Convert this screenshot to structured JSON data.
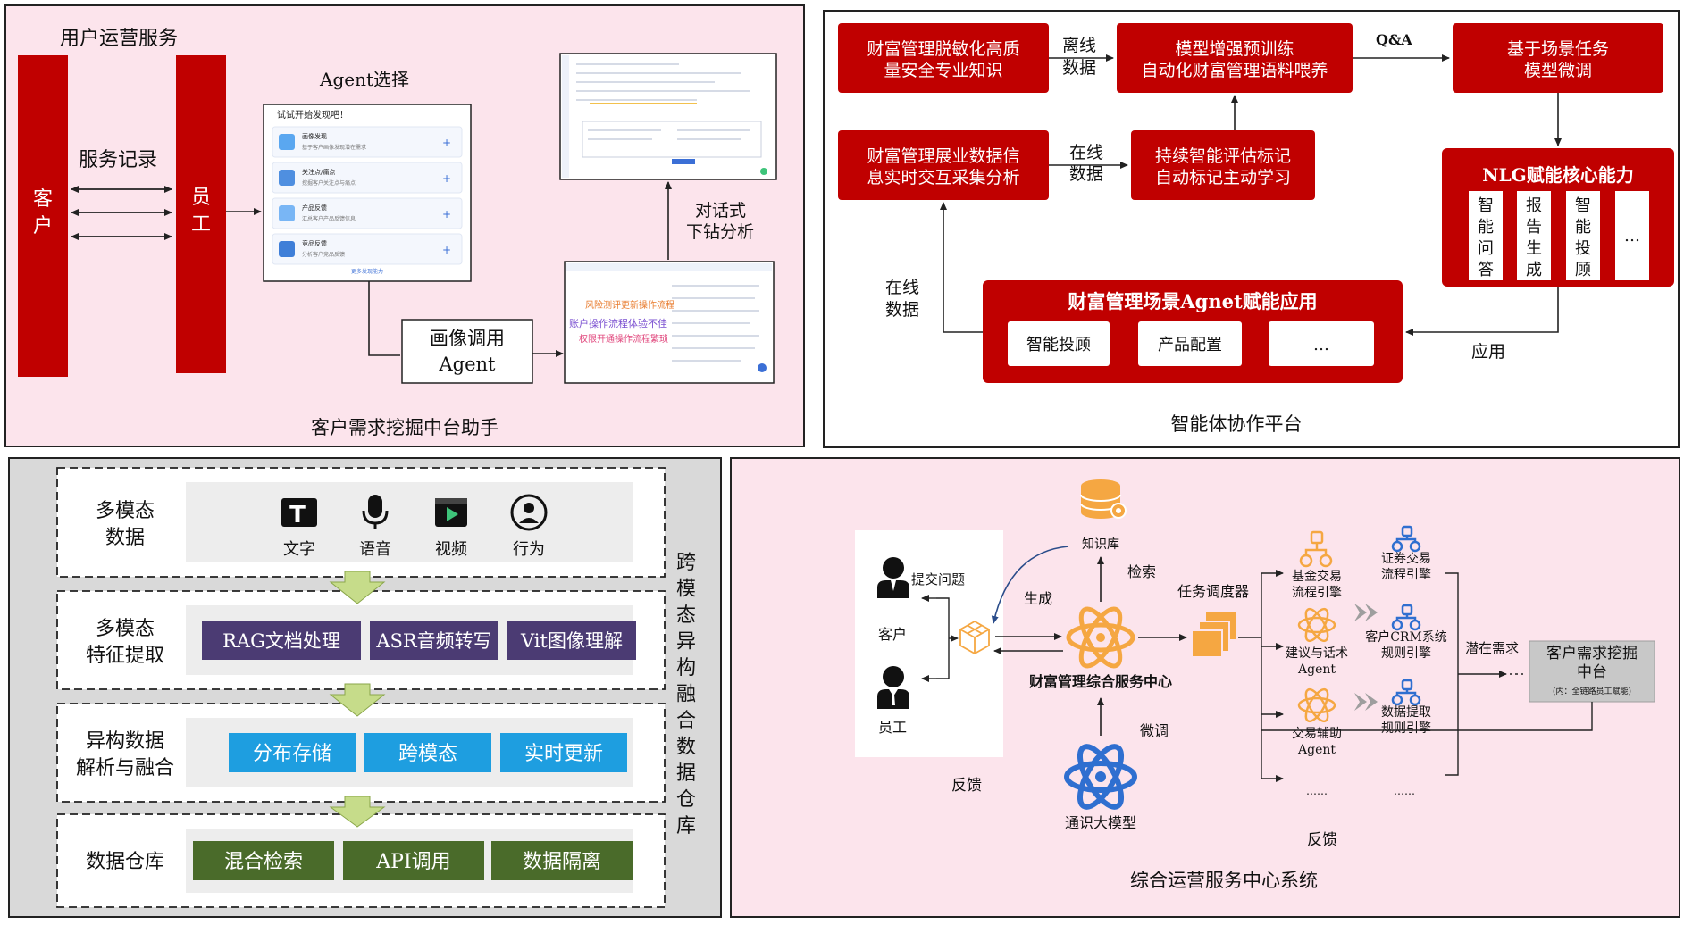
{
  "colors": {
    "red": "#c00000",
    "pink_panel": "#fce4ec",
    "gray_panel": "#d9d9d9",
    "purple": "#4b3b73",
    "blue": "#1e9ee0",
    "green": "#4a6b2a",
    "light_green": "#c6dc8a",
    "orange": "#f5a742",
    "network_blue": "#2f6fd0"
  },
  "panel1": {
    "title": "客户需求挖掘中台助手",
    "service_title": "用户运营服务",
    "customer": "客户",
    "employee": "员工",
    "service_record": "服务记录",
    "agent_select": "Agent选择",
    "profile_agent": [
      "画像调用",
      "Agent"
    ],
    "drilldown": [
      "对话式",
      "下钻分析"
    ],
    "mock_card": {
      "heading": "试试开始发现吧！",
      "items": [
        {
          "title": "画像发现",
          "desc": "基于客户画像发现潜在需求"
        },
        {
          "title": "关注点/痛点",
          "desc": "挖掘客户关注点与痛点"
        },
        {
          "title": "产品反馈",
          "desc": "汇总客户产品反馈信息"
        },
        {
          "title": "竞品反馈",
          "desc": "分析客户竞品反馈"
        }
      ],
      "more": "更多发现能力"
    },
    "word_cloud": [
      "风险测评更新操作流程",
      "账户操作流程体验不佳",
      "权限开通操作流程繁琐"
    ]
  },
  "panel2": {
    "title": "智能体协作平台",
    "box1": [
      "财富管理脱敏化高质",
      "量安全专业知识"
    ],
    "box2": [
      "模型增强预训练",
      "自动化财富管理语料喂养"
    ],
    "box3": [
      "基于场景任务",
      "模型微调"
    ],
    "box4": [
      "财富管理展业数据信",
      "息实时交互采集分析"
    ],
    "box5": [
      "持续智能评估标记",
      "自动标记主动学习"
    ],
    "offline": [
      "离线",
      "数据"
    ],
    "online": [
      "在线",
      "数据"
    ],
    "online_left": [
      "在线",
      "数据"
    ],
    "qa": "Q&A",
    "apply": "应用",
    "nlg_title": "NLG赋能核心能力",
    "nlg_items": [
      "智能问答",
      "报告生成",
      "智能投顾",
      "…"
    ],
    "app_title": "财富管理场景Agnet赋能应用",
    "app_items": [
      "智能投顾",
      "产品配置",
      "…"
    ]
  },
  "panel3": {
    "side_title": "跨模态异构融合数据仓库",
    "layer1": {
      "label": [
        "多模态",
        "数据"
      ],
      "icons": [
        "文字",
        "语音",
        "视频",
        "行为"
      ]
    },
    "layer2": {
      "label": [
        "多模态",
        "特征提取"
      ],
      "items": [
        "RAG文档处理",
        "ASR音频转写",
        "Vit图像理解"
      ]
    },
    "layer3": {
      "label": [
        "异构数据",
        "解析与融合"
      ],
      "items": [
        "分布存储",
        "跨模态",
        "实时更新"
      ]
    },
    "layer4": {
      "label": [
        "数据仓库"
      ],
      "items": [
        "混合检索",
        "API调用",
        "数据隔离"
      ]
    }
  },
  "panel4": {
    "title": "综合运营服务中心系统",
    "customer": "客户",
    "employee": "员工",
    "submit": "提交问题",
    "kb": "知识库",
    "retrieve": "检索",
    "generate": "生成",
    "center": "财富管理综合服务中心",
    "finetune": "微调",
    "llm": "通识大模型",
    "feedback_left": "反馈",
    "feedback_bottom": "反馈",
    "scheduler": "任务调度器",
    "agents": [
      [
        "基金交易",
        "流程引擎"
      ],
      [
        "建议与话术",
        "Agent"
      ],
      [
        "交易辅助",
        "Agent"
      ]
    ],
    "agents_more": "……",
    "engines": [
      [
        "证券交易",
        "流程引擎"
      ],
      [
        "客户CRM系统",
        "规则引擎"
      ],
      [
        "数据提取",
        "规则引擎"
      ]
    ],
    "engines_more": "……",
    "latent": "潜在需求",
    "mining": [
      "客户需求挖掘",
      "中台"
    ],
    "mining_sub": "(内：全链路员工赋能)"
  }
}
